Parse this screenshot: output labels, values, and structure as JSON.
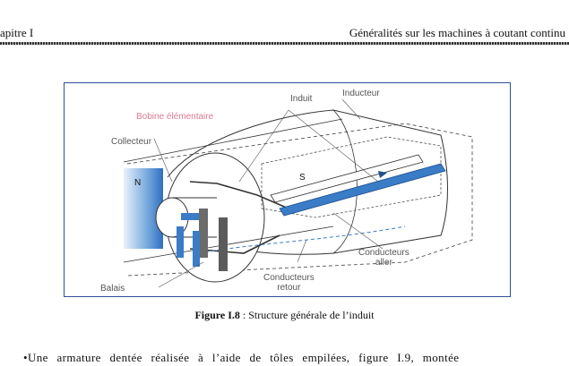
{
  "header": {
    "chapter": "apitre I",
    "title": "Généralités sur les machines  à coutant continu"
  },
  "figure": {
    "labels": {
      "induit": "Induit",
      "inducteur": "Inducteur",
      "bobine": "Bobine élémentaire",
      "collecteur": "Collecteur",
      "north": "N",
      "south": "S",
      "balais": "Balais",
      "conducteurs_aller": "Conducteurs\naller",
      "conducteurs_retour": "Conducteurs\nretour"
    },
    "colors": {
      "frame": "#2f4f96",
      "pole": "#3a7cc6",
      "bobine_label": "#d87c92",
      "brush": "#5b5b5b"
    }
  },
  "caption": {
    "number": "Figure I.8",
    "text": " : Structure générale de l’induit"
  },
  "paragraph": {
    "text": "•Une  armature  dentée  réalisée  à  l’aide  de  tôles  empilées,  figure  I.9,  montée"
  }
}
